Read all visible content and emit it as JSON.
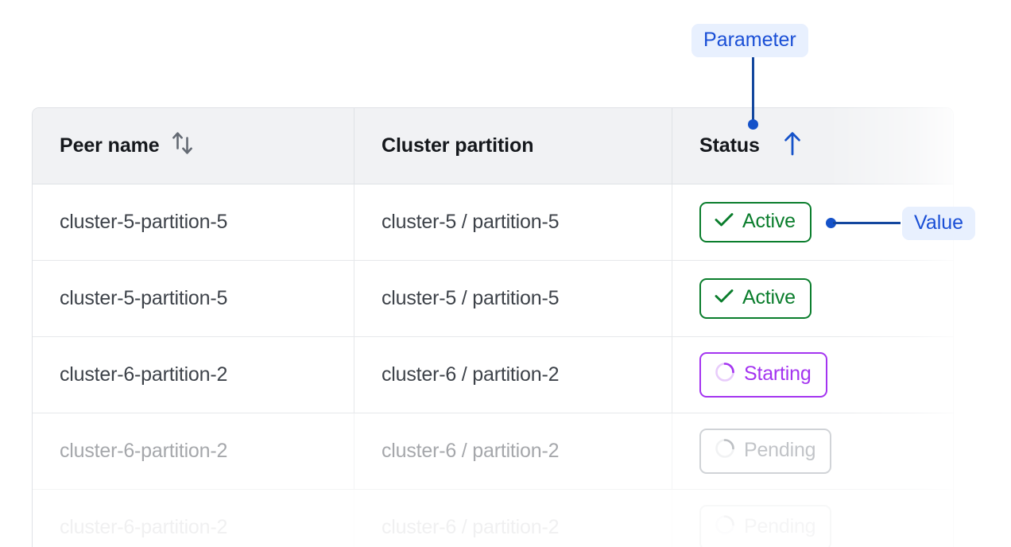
{
  "annotations": [
    {
      "id": "parameter",
      "label": "Parameter",
      "target": "status-column-sort-arrow"
    },
    {
      "id": "value",
      "label": "Value",
      "target": "status-badge-row-1"
    }
  ],
  "table": {
    "columns": [
      {
        "key": "peer_name",
        "label": "Peer name",
        "sort_icon": "sort-both-icon",
        "sorted": false
      },
      {
        "key": "cluster_partition",
        "label": "Cluster partition",
        "sort_icon": null,
        "sorted": false
      },
      {
        "key": "status",
        "label": "Status",
        "sort_icon": "sort-up-icon",
        "sorted": true,
        "sort_direction": "ascending"
      }
    ],
    "rows": [
      {
        "peer_name": "cluster-5-partition-5",
        "cluster_partition": "cluster-5 / partition-5",
        "status": "Active",
        "status_variant": "active",
        "status_icon": "check-icon",
        "opacity": "full"
      },
      {
        "peer_name": "cluster-5-partition-5",
        "cluster_partition": "cluster-5 / partition-5",
        "status": "Active",
        "status_variant": "active",
        "status_icon": "check-icon",
        "opacity": "full"
      },
      {
        "peer_name": "cluster-6-partition-2",
        "cluster_partition": "cluster-6 / partition-2",
        "status": "Starting",
        "status_variant": "starting",
        "status_icon": "spinner-icon",
        "opacity": "full"
      },
      {
        "peer_name": "cluster-6-partition-2",
        "cluster_partition": "cluster-6 / partition-2",
        "status": "Pending",
        "status_variant": "pending",
        "status_icon": "spinner-icon",
        "opacity": "dim"
      },
      {
        "peer_name": "cluster-6-partition-2",
        "cluster_partition": "cluster-6 / partition-2",
        "status": "Pending",
        "status_variant": "pending",
        "status_icon": "spinner-icon",
        "opacity": "dim-more"
      }
    ]
  },
  "colors": {
    "annotation_blue": "#1552c9",
    "annotation_pill_bg": "#e8f0fe",
    "annotation_text": "#1a4fd6",
    "header_bg": "#f1f2f4",
    "border": "#dfe2e6",
    "text_primary": "#15181c",
    "text_body": "#3d4249",
    "status_active_green": "#0a7d2c",
    "status_starting_purple": "#a434f0",
    "status_pending_gray": "#9ba1a9",
    "sort_icon_gray": "#646a73",
    "sort_active_blue": "#1552c9"
  }
}
